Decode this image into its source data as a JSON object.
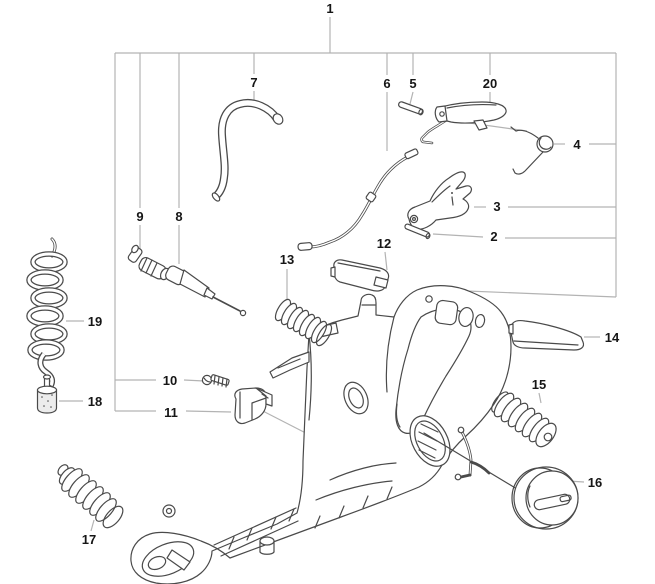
{
  "figure": {
    "kind": "exploded-parts-diagram",
    "background": "#ffffff",
    "colors": {
      "part_line": "#4a4a4a",
      "leader_line": "#b3b3b3",
      "label_text": "#161616"
    }
  },
  "callouts": [
    {
      "text": "1",
      "part": "complete-assembly-bracket"
    },
    {
      "text": "2",
      "part": "pin"
    },
    {
      "text": "3",
      "part": "throttle-lockout-lever"
    },
    {
      "text": "4",
      "part": "torsion-spring"
    },
    {
      "text": "5",
      "part": "roll-pin"
    },
    {
      "text": "6",
      "part": "throttle-cable"
    },
    {
      "text": "7",
      "part": "curved-fuel-hose"
    },
    {
      "text": "8",
      "part": "cable-with-boot"
    },
    {
      "text": "9",
      "part": "elbow-grommet"
    },
    {
      "text": "10",
      "part": "screw"
    },
    {
      "text": "11",
      "part": "clamp-bracket"
    },
    {
      "text": "12",
      "part": "cover-plate"
    },
    {
      "text": "13",
      "part": "spring"
    },
    {
      "text": "14",
      "part": "cover-plate"
    },
    {
      "text": "15",
      "part": "anti-vibration-spring"
    },
    {
      "text": "16",
      "part": "fuel-cap"
    },
    {
      "text": "17",
      "part": "anti-vibration-spring"
    },
    {
      "text": "18",
      "part": "fuel-filter"
    },
    {
      "text": "19",
      "part": "coiled-fuel-hose"
    },
    {
      "text": "20",
      "part": "throttle-trigger"
    }
  ]
}
